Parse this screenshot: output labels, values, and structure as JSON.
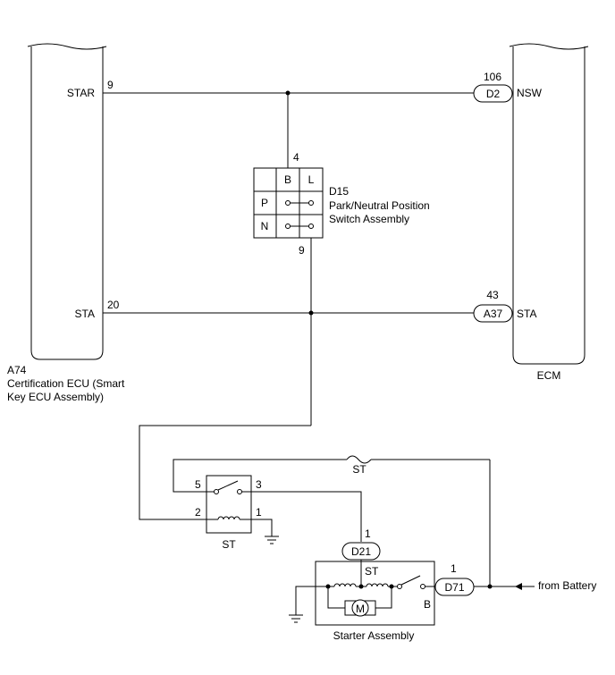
{
  "left_ecu": {
    "code": "A74",
    "name_line1": "Certification ECU (Smart",
    "name_line2": "Key ECU Assembly)",
    "pin_star_num": "9",
    "pin_star_label": "STAR",
    "pin_sta_num": "20",
    "pin_sta_label": "STA"
  },
  "ecm": {
    "name": "ECM",
    "pin_nsw_num": "106",
    "pin_nsw_conn": "D2",
    "pin_nsw_label": "NSW",
    "pin_sta_num": "43",
    "pin_sta_conn": "A37",
    "pin_sta_label": "STA"
  },
  "pnp_switch": {
    "code": "D15",
    "name_line1": "Park/Neutral Position",
    "name_line2": "Switch Assembly",
    "col_b": "B",
    "col_l": "L",
    "row_p": "P",
    "row_n": "N",
    "pin_top": "4",
    "pin_bottom": "9"
  },
  "st_relay": {
    "label": "ST",
    "pin5": "5",
    "pin3": "3",
    "pin2": "2",
    "pin1": "1"
  },
  "fuse": {
    "label": "ST"
  },
  "starter": {
    "name": "Starter Assembly",
    "st_label": "ST",
    "b_label": "B",
    "motor_label": "M",
    "conn_d21": "D21",
    "conn_d21_pin": "1",
    "conn_d71": "D71",
    "conn_d71_pin": "1"
  },
  "battery_label": "from Battery"
}
